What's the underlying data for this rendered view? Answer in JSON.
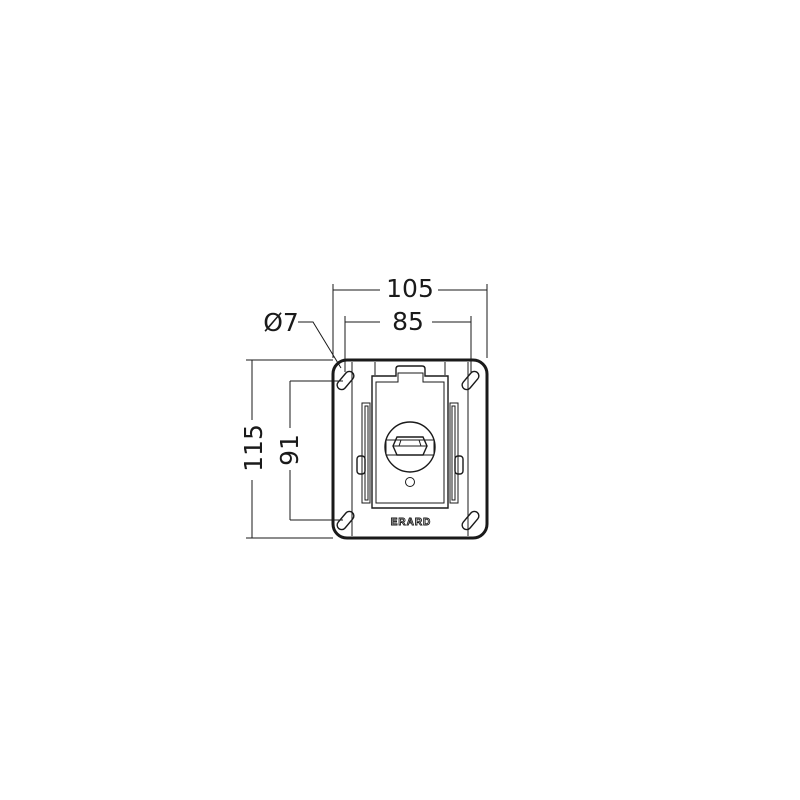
{
  "dimensions": {
    "overall_width": "105",
    "hole_spacing_width": "85",
    "hole_diameter": "Ø7",
    "overall_height": "115",
    "hole_spacing_height": "91"
  },
  "brand": {
    "logo_text": "ERARD"
  }
}
